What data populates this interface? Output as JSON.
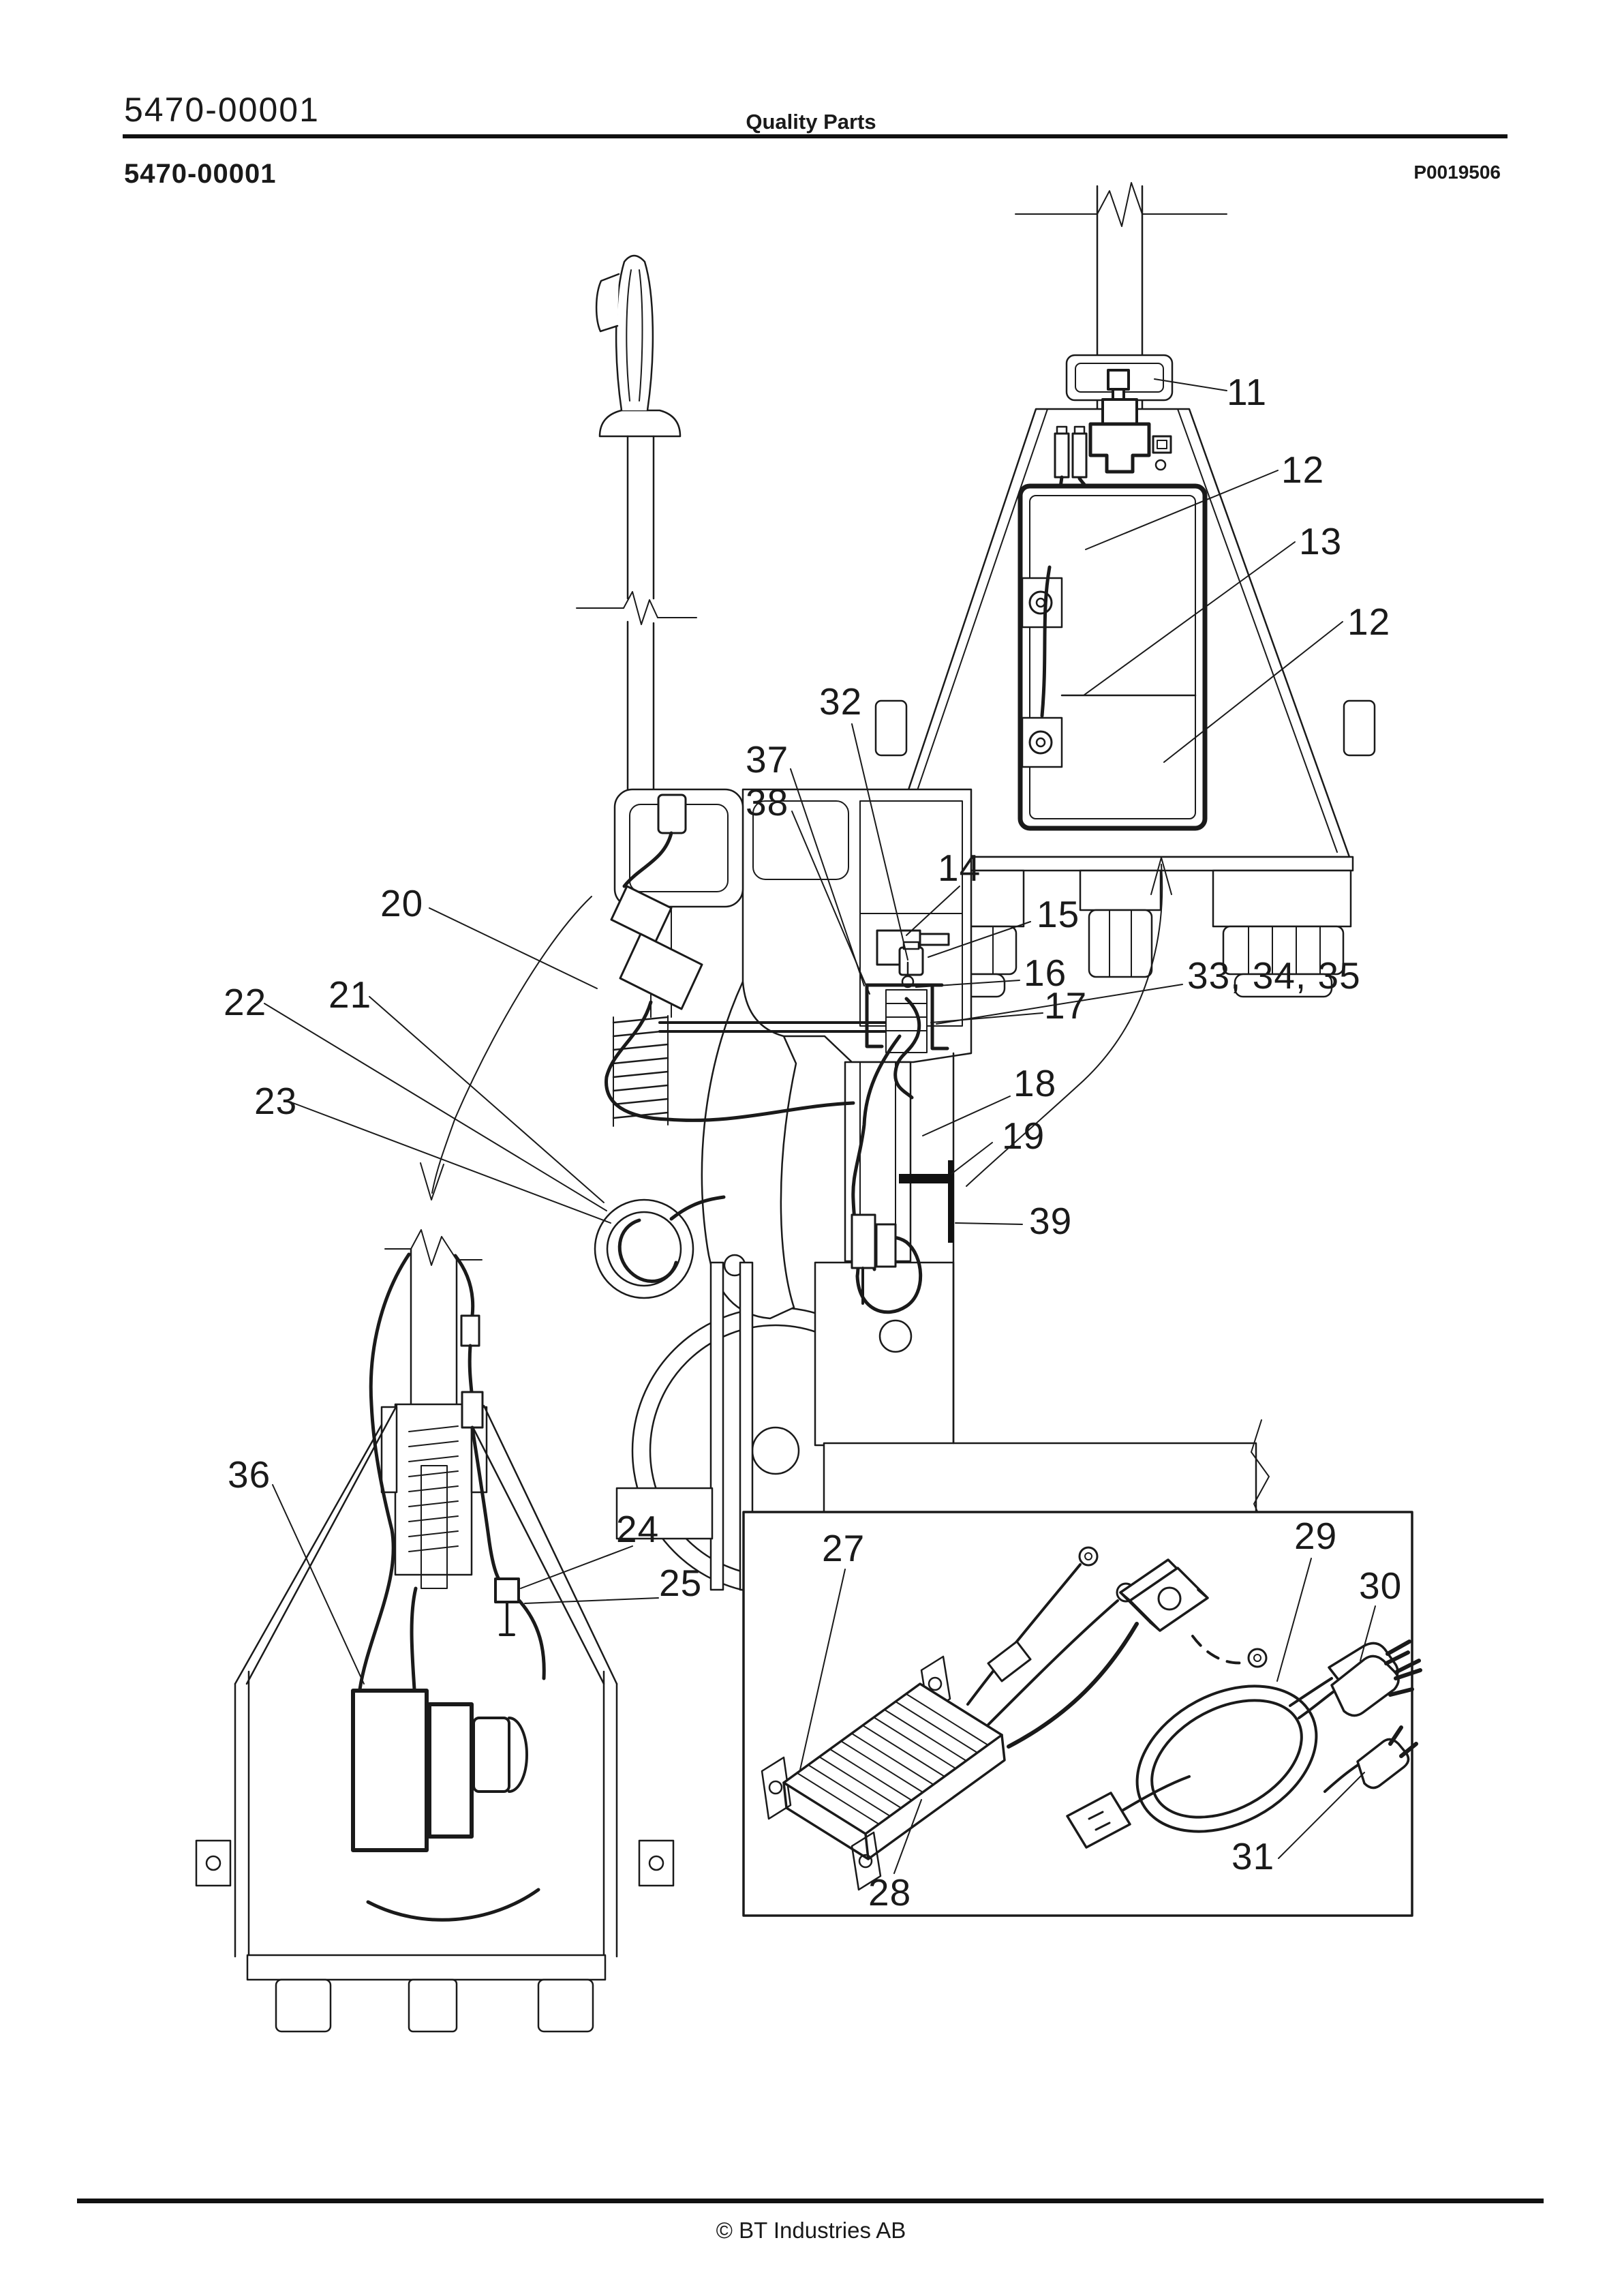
{
  "header": {
    "left_number": "5470-00001",
    "title": "Quality Parts",
    "section_number": "5470-00001",
    "ref_code": "P0019506"
  },
  "footer": {
    "copyright": "© BT Industries AB"
  },
  "colors": {
    "ink": "#1a1a1a",
    "background": "#ffffff"
  },
  "diagram": {
    "callouts": {
      "c11": "11",
      "c12a": "12",
      "c13": "13",
      "c12b": "12",
      "c14": "14",
      "c15": "15",
      "c16": "16",
      "c17": "17",
      "c18": "18",
      "c19": "19",
      "c20": "20",
      "c21": "21",
      "c22": "22",
      "c23": "23",
      "c24": "24",
      "c25": "25",
      "c27": "27",
      "c28": "28",
      "c29": "29",
      "c30": "30",
      "c31": "31",
      "c32": "32",
      "c33_34_35": "33, 34, 35",
      "c36": "36",
      "c37": "37",
      "c38": "38",
      "c39": "39"
    }
  }
}
